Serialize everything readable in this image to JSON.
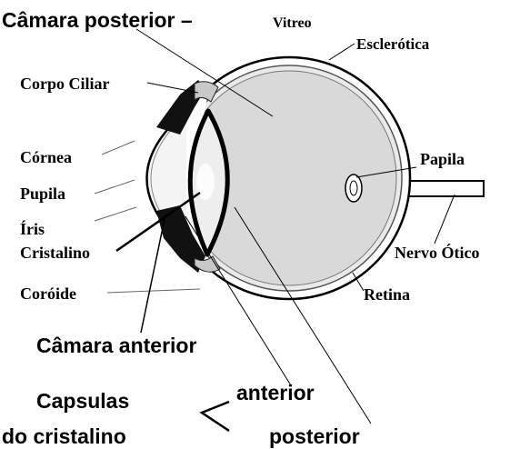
{
  "labels": {
    "camara_posterior": "Câmara posterior –",
    "vitreo": "Vitreo",
    "esclerotica": "Esclerótica",
    "corpo_ciliar": "Corpo Ciliar",
    "cornea": "Córnea",
    "pupila": "Pupila",
    "iris": "Íris",
    "cristalino": "Cristalino",
    "coroide": "Coróide",
    "papila": "Papila",
    "nervo_otico": "Nervo Ótico",
    "retina": "Retina",
    "camara_anterior": "Câmara anterior",
    "capsulas": "Capsulas",
    "do_cristalino": "do cristalino",
    "anterior": "anterior",
    "posterior": "posterior"
  }
}
